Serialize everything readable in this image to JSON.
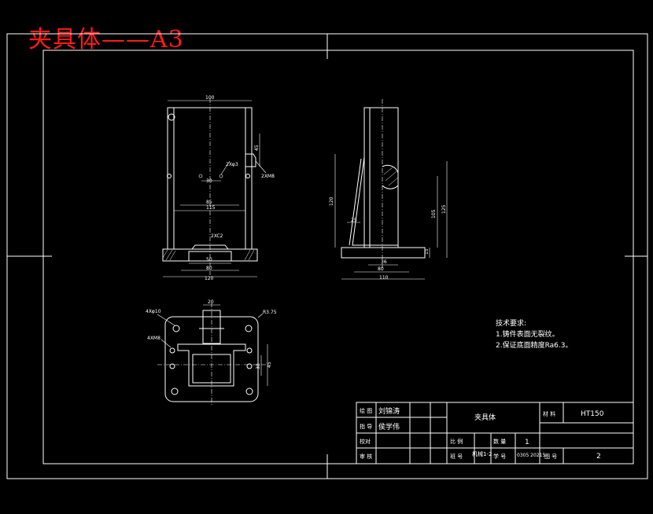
{
  "sheet_title": "夹具体——A3",
  "dimensions": {
    "front": {
      "width_top": "100",
      "hole_depth": "45",
      "hole_label": "2Xφ3",
      "bolt_label": "2XM8",
      "hole_spacing": "30",
      "inner_85": "85",
      "inner_115": "115",
      "slot_label": "2XC2",
      "base_50": "50",
      "base_80": "80",
      "base_120": "120"
    },
    "side": {
      "height_120": "120",
      "height_105": "105",
      "height_125": "125",
      "rib_25": "25",
      "base_thk": "15",
      "d_36": "36",
      "d_80": "80",
      "d_110": "110"
    },
    "top": {
      "hole_label": "4Xφ10",
      "bolt_label": "4XM8",
      "corner_label": "R3.75",
      "w_20": "20",
      "v_38": "38",
      "v_45": "45"
    }
  },
  "tech_requirements": {
    "heading": "技术要求:",
    "items": [
      "1.铸件表面无裂纹。",
      "2.保证底面精度Ra6.3。"
    ]
  },
  "title_block": {
    "draw_label": "绘 图",
    "draw_name": "刘锦涛",
    "guide_label": "指 导",
    "guide_name": "侯学伟",
    "check_label": "校对",
    "review_label": "审 核",
    "part_name": "夹具体",
    "material_label": "材 料",
    "material_value": "HT150",
    "scale_label": "比 例",
    "qty_label": "数 量",
    "qty_value": "1",
    "class_label": "班 号",
    "class_value": "机械1-2",
    "id_label": "学 号",
    "id_value": "0305 20215",
    "drawing_no_label": "图 号",
    "drawing_no_value": "2"
  }
}
